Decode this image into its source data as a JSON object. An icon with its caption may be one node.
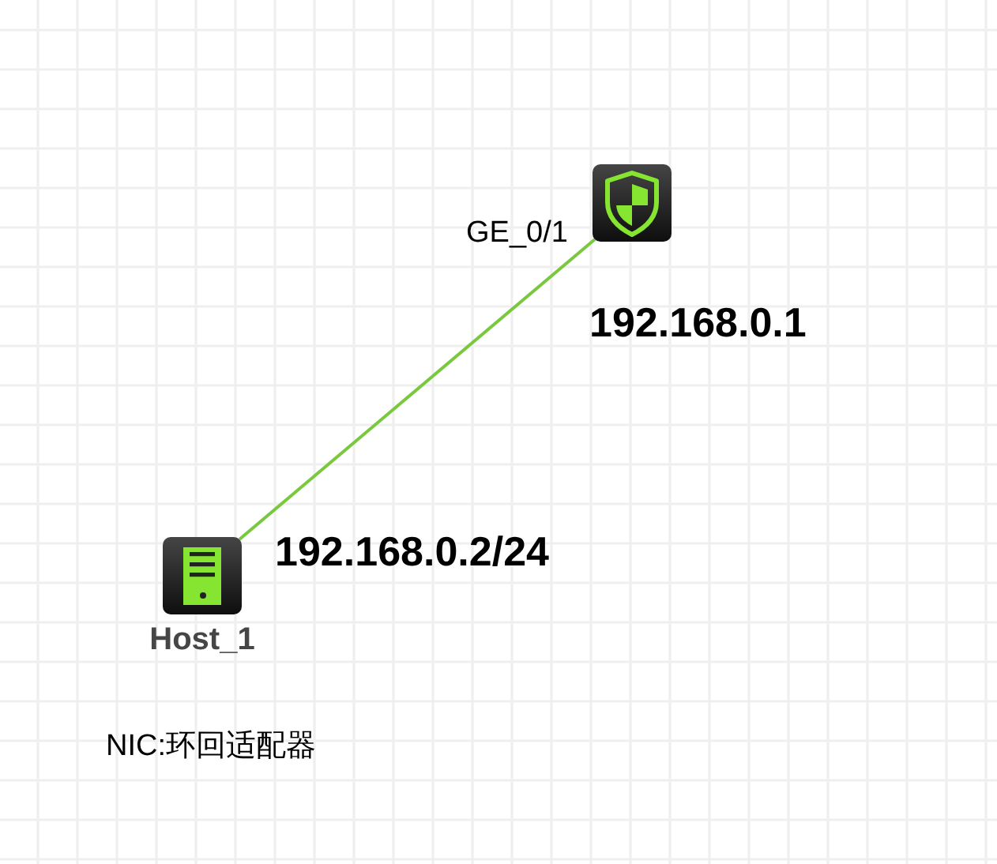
{
  "diagram": {
    "nodes": [
      {
        "text": [],
        "shape": "picture",
        "beside": [
          "GE_0/1",
          "192.168.0.1"
        ]
      },
      {
        "text": [
          "Host_1"
        ],
        "beside": [
          "192.168.0.2/24"
        ]
      }
    ],
    "edges": [
      {
        "from": 0,
        "to": 1,
        "arrow": "none"
      }
    ],
    "labels": [
      "NIC:环回适配器"
    ]
  }
}
